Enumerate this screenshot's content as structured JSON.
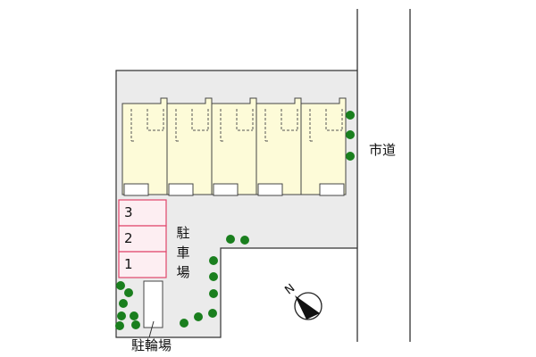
{
  "labels": {
    "road": "市道",
    "parking": "駐車場",
    "bicycle_parking": "駐輪場"
  },
  "parking_spaces": [
    "3",
    "2",
    "1"
  ],
  "north_indicator": {
    "letter": "N",
    "icon": "compass-north-arrow"
  },
  "colors": {
    "building_fill": "#fdfbd8",
    "site_fill": "#ebebeb",
    "parking_stroke": "#e0456b",
    "parking_fill": "#fdeef2",
    "tree": "#1a7f1e"
  },
  "units_count": 5
}
